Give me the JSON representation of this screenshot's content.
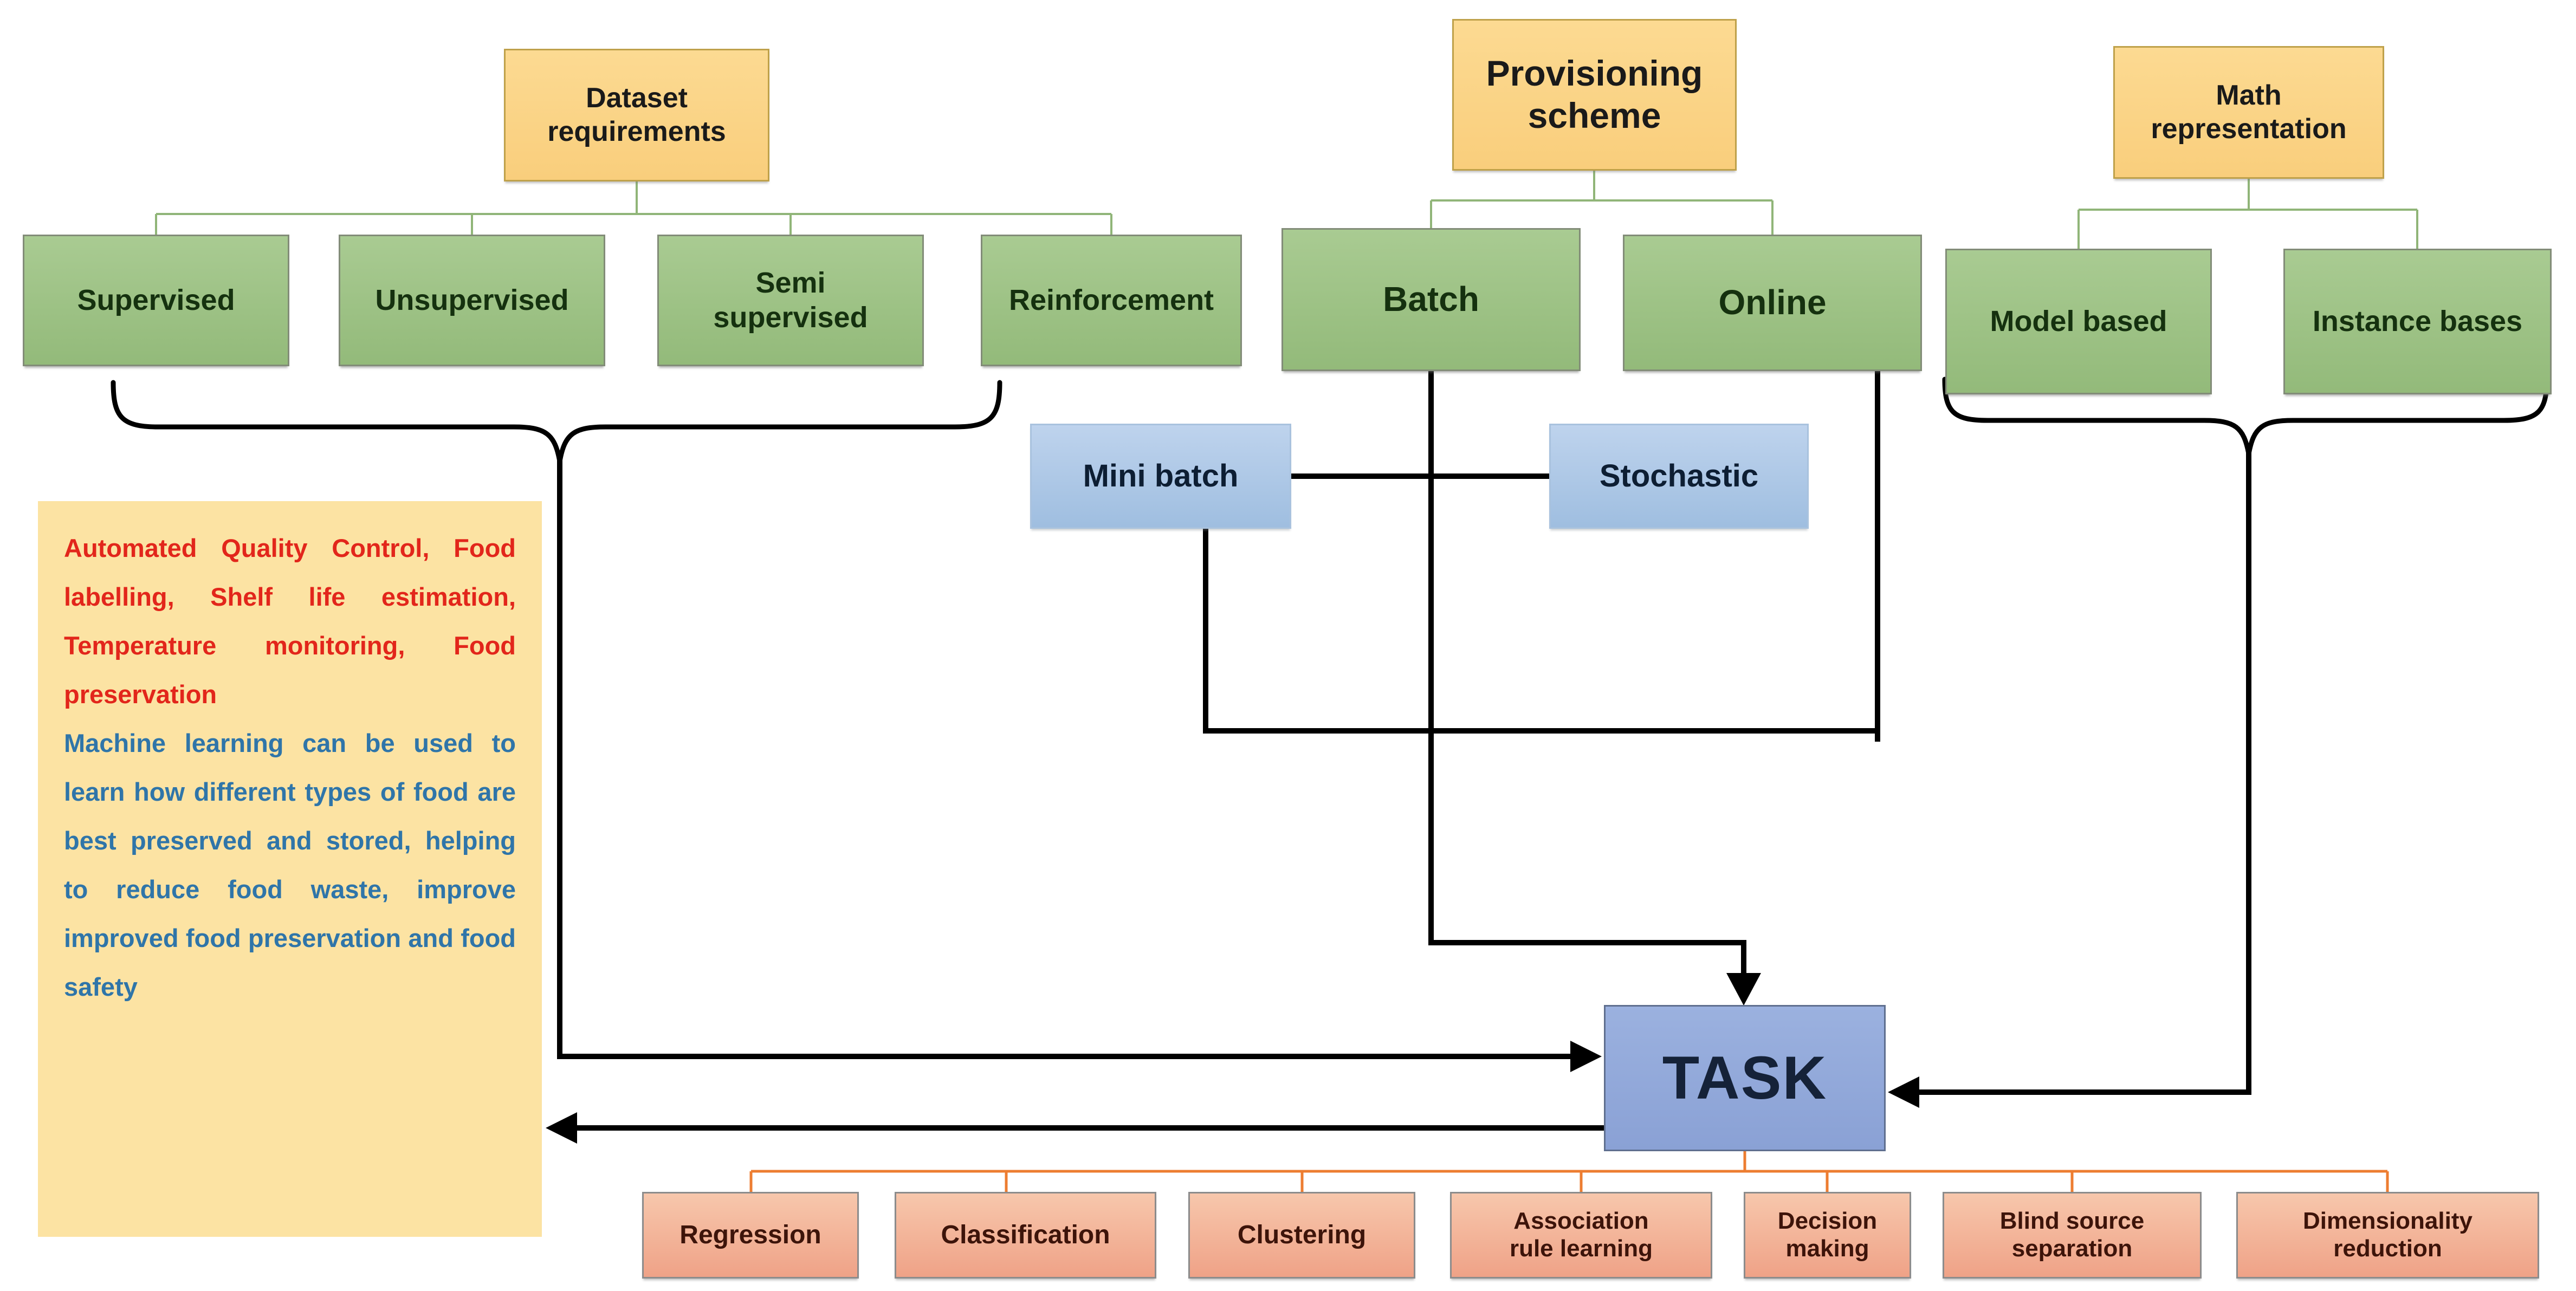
{
  "top_groups": {
    "dataset": {
      "label": "Dataset requirements"
    },
    "provisioning": {
      "label": "Provisioning scheme"
    },
    "math": {
      "label": "Math representation"
    }
  },
  "categories": {
    "supervised": "Supervised",
    "unsupervised": "Unsupervised",
    "semi_supervised": "Semi supervised",
    "reinforcement": "Reinforcement",
    "batch": "Batch",
    "online": "Online",
    "model_based": "Model based",
    "instance_bases": "Instance bases",
    "mini_batch": "Mini batch",
    "stochastic": "Stochastic"
  },
  "task": {
    "label": "TASK"
  },
  "note": {
    "applications": "Automated Quality Control, Food labelling, Shelf life estimation, Temperature monitoring, Food preservation",
    "description": "Machine learning can be used to learn how different types of food are best preserved and stored, helping to reduce food waste, improve improved food preservation and food safety"
  },
  "tasks": [
    "Regression",
    "Classification",
    "Clustering",
    "Association rule learning",
    "Decision making",
    "Blind source separation",
    "Dimensionality reduction"
  ],
  "structure": {
    "dataset_requirements_children": [
      "Supervised",
      "Unsupervised",
      "Semi supervised",
      "Reinforcement"
    ],
    "provisioning_scheme_children": [
      "Batch",
      "Online"
    ],
    "batch_online_sub": [
      "Mini batch",
      "Stochastic"
    ],
    "math_representation_children": [
      "Model based",
      "Instance bases"
    ],
    "arrows_into_task_from": [
      "Dataset requirements brace",
      "Batch / Mini batch line",
      "Math representation brace"
    ],
    "arrow_from_task_to": "note panel",
    "task_children": [
      "Regression",
      "Classification",
      "Clustering",
      "Association rule learning",
      "Decision making",
      "Blind source separation",
      "Dimensionality reduction"
    ]
  },
  "colors": {
    "orange_box": "#FBD385",
    "green_box": "#9CC185",
    "blue_box": "#AEC9E7",
    "task_box": "#8EA9DB",
    "salmon_box": "#F2AE8F",
    "yellow_panel": "#FCE3A3",
    "red_text": "#E2261B",
    "blue_text": "#2F75A9",
    "green_connector": "#90B578",
    "orange_connector": "#ED7D31",
    "black_connector": "#000000"
  }
}
